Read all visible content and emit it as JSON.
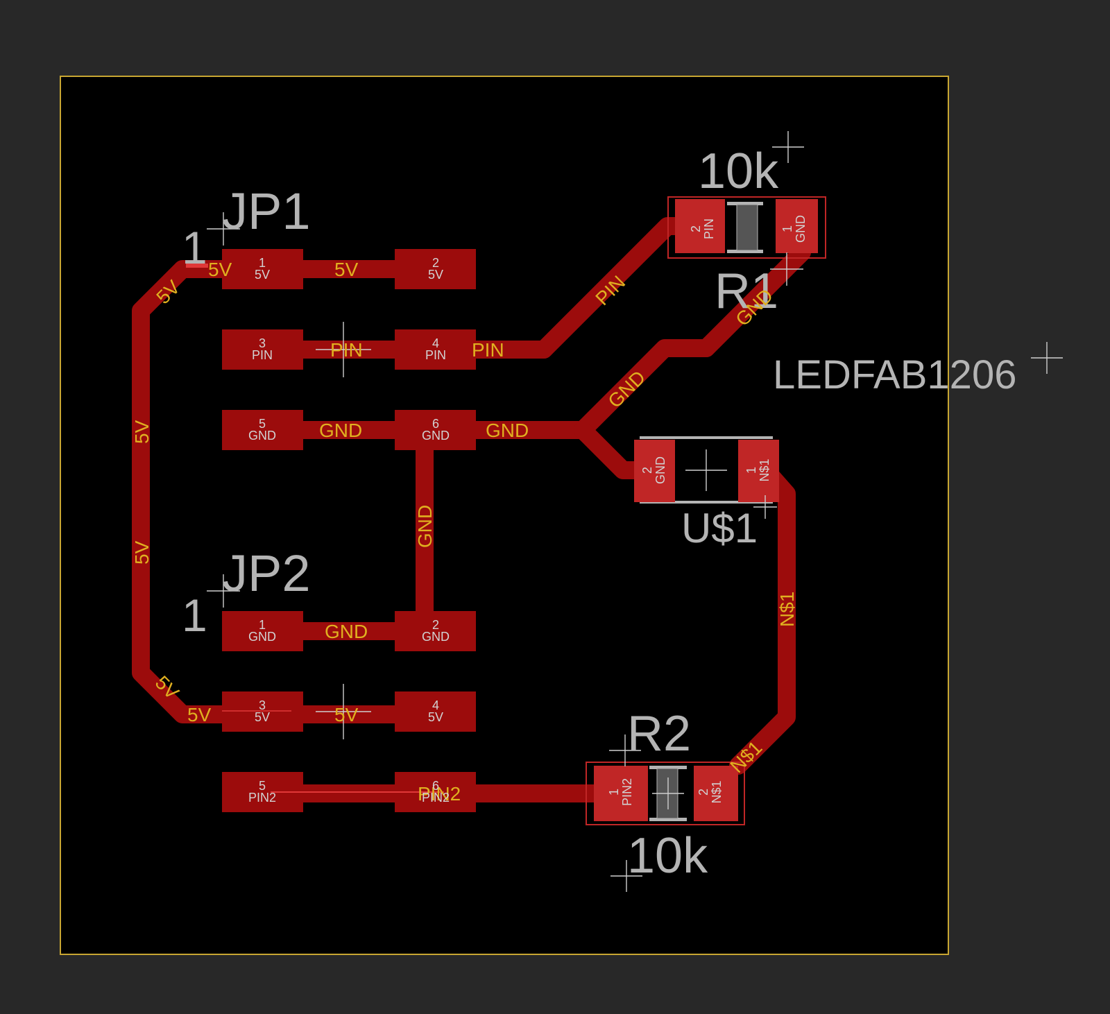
{
  "colors": {
    "background": "#282828",
    "board": "#000000",
    "outline": "#c8a632",
    "copper": "#9c0c0c",
    "pad": "#9c0c0c",
    "smd_pad": "#c02626",
    "silk": "#b4b4b4",
    "net_label": "#e0b020"
  },
  "components": {
    "jp1": {
      "name": "JP1",
      "pin1_mark": "1"
    },
    "jp2": {
      "name": "JP2",
      "pin1_mark": "1"
    },
    "r1": {
      "name": "R1",
      "value": "10k"
    },
    "r2": {
      "name": "R2",
      "value": "10k"
    },
    "u1": {
      "name": "U$1",
      "value": "LEDFAB1206"
    }
  },
  "pads": {
    "jp1": [
      {
        "num": "1",
        "net": "5V"
      },
      {
        "num": "2",
        "net": "5V"
      },
      {
        "num": "3",
        "net": "PIN"
      },
      {
        "num": "4",
        "net": "PIN"
      },
      {
        "num": "5",
        "net": "GND"
      },
      {
        "num": "6",
        "net": "GND"
      }
    ],
    "jp2": [
      {
        "num": "1",
        "net": "GND"
      },
      {
        "num": "2",
        "net": "GND"
      },
      {
        "num": "3",
        "net": "5V"
      },
      {
        "num": "4",
        "net": "5V"
      },
      {
        "num": "5",
        "net": "PIN2"
      },
      {
        "num": "6",
        "net": "PIN2"
      }
    ],
    "r1": [
      {
        "num": "2",
        "net": "PIN"
      },
      {
        "num": "1",
        "net": "GND"
      }
    ],
    "u1": [
      {
        "num": "2",
        "net": "GND"
      },
      {
        "num": "1",
        "net": "N$1"
      }
    ],
    "r2": [
      {
        "num": "1",
        "net": "PIN2"
      },
      {
        "num": "2",
        "net": "N$1"
      }
    ]
  },
  "trace_labels": {
    "jp1_5v_pad": "5V",
    "jp1_5v_mid": "5V",
    "left_5v_diag_top": "5V",
    "left_5v_vert_a": "5V",
    "left_5v_vert_b": "5V",
    "left_5v_diag_bottom": "5V",
    "jp2_5v_pad": "5V",
    "jp2_5v_mid": "5V",
    "pin_mid": "PIN",
    "pin_right": "PIN",
    "pin_diag": "PIN",
    "gnd_mid": "GND",
    "gnd_right": "GND",
    "gnd_diag_low": "GND",
    "gnd_diag_high": "GND",
    "gnd_vert": "GND",
    "jp2_gnd": "GND",
    "n1_vert": "N$1",
    "n1_diag": "N$1",
    "pin2": "PIN2"
  }
}
